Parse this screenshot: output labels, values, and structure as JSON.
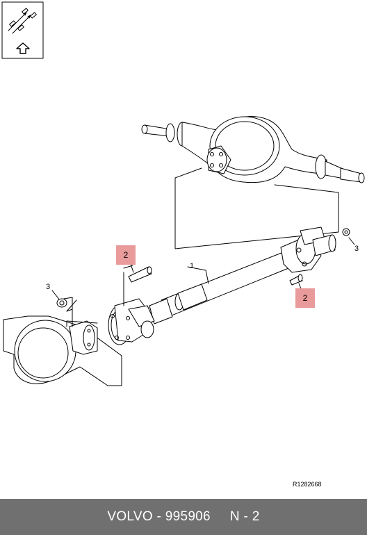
{
  "callouts": {
    "propeller_shaft": "1",
    "bolt_front": "2",
    "bolt_rear": "2",
    "nut_front": "3",
    "nut_rear": "3"
  },
  "reference_code": "R1282668",
  "footer": {
    "part_ref": "VOLVO - 995906",
    "position": "N - 2"
  },
  "icons": {
    "orientation": "vehicle-orientation-icon"
  }
}
